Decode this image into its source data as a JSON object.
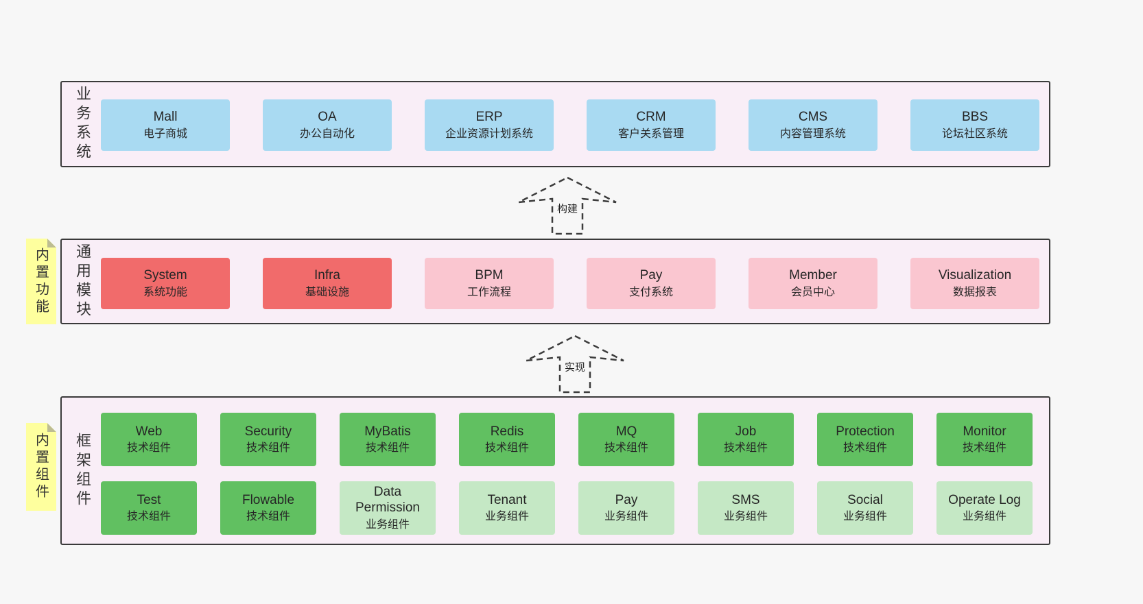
{
  "arrows": {
    "build": "构建",
    "implement": "实现"
  },
  "sections": {
    "business": {
      "label": "业务系统",
      "items": [
        {
          "name": "Mall",
          "desc": "电子商城"
        },
        {
          "name": "OA",
          "desc": "办公自动化"
        },
        {
          "name": "ERP",
          "desc": "企业资源计划系统"
        },
        {
          "name": "CRM",
          "desc": "客户关系管理"
        },
        {
          "name": "CMS",
          "desc": "内容管理系统"
        },
        {
          "name": "BBS",
          "desc": "论坛社区系统"
        }
      ]
    },
    "modules": {
      "label": "通用模块",
      "sticky": "内置功能",
      "items": [
        {
          "name": "System",
          "desc": "系统功能",
          "variant": "red"
        },
        {
          "name": "Infra",
          "desc": "基础设施",
          "variant": "red"
        },
        {
          "name": "BPM",
          "desc": "工作流程",
          "variant": "pink"
        },
        {
          "name": "Pay",
          "desc": "支付系统",
          "variant": "pink"
        },
        {
          "name": "Member",
          "desc": "会员中心",
          "variant": "pink"
        },
        {
          "name": "Visualization",
          "desc": "数据报表",
          "variant": "pink"
        }
      ]
    },
    "components": {
      "label": "框架组件",
      "sticky": "内置组件",
      "tech_row": [
        {
          "name": "Web",
          "desc": "技术组件",
          "variant": "green"
        },
        {
          "name": "Security",
          "desc": "技术组件",
          "variant": "green"
        },
        {
          "name": "MyBatis",
          "desc": "技术组件",
          "variant": "green"
        },
        {
          "name": "Redis",
          "desc": "技术组件",
          "variant": "green"
        },
        {
          "name": "MQ",
          "desc": "技术组件",
          "variant": "green"
        },
        {
          "name": "Job",
          "desc": "技术组件",
          "variant": "green"
        },
        {
          "name": "Protection",
          "desc": "技术组件",
          "variant": "green"
        },
        {
          "name": "Monitor",
          "desc": "技术组件",
          "variant": "green"
        }
      ],
      "biz_row": [
        {
          "name": "Test",
          "desc": "技术组件",
          "variant": "green"
        },
        {
          "name": "Flowable",
          "desc": "技术组件",
          "variant": "green"
        },
        {
          "name": "Data Permission",
          "desc": "业务组件",
          "variant": "lgreen"
        },
        {
          "name": "Tenant",
          "desc": "业务组件",
          "variant": "lgreen"
        },
        {
          "name": "Pay",
          "desc": "业务组件",
          "variant": "lgreen"
        },
        {
          "name": "SMS",
          "desc": "业务组件",
          "variant": "lgreen"
        },
        {
          "name": "Social",
          "desc": "业务组件",
          "variant": "lgreen"
        },
        {
          "name": "Operate Log",
          "desc": "业务组件",
          "variant": "lgreen"
        }
      ]
    }
  },
  "colors": {
    "page_bg": "#f7f7f7",
    "panel_bg": "#f9eef7",
    "panel_border": "#3a3a3a",
    "blue_box": "#a9daf2",
    "red_box": "#f16b6b",
    "pink_box": "#fac6d0",
    "dark_green_box": "#61c061",
    "light_green_box": "#c5e8c5",
    "sticky_bg": "#feff9e",
    "text": "#262626"
  }
}
